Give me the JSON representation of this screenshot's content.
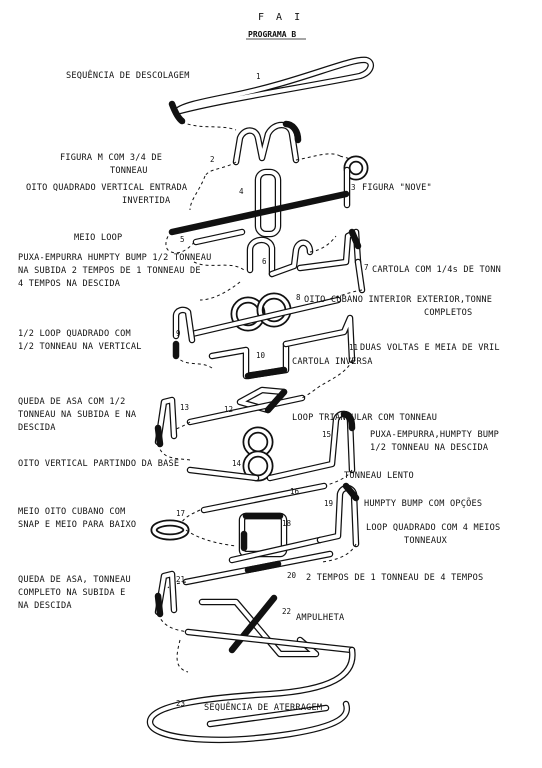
{
  "header": {
    "title": "F A I",
    "subtitle": "PROGRAMA B"
  },
  "figures": [
    {
      "number": "1",
      "label": [
        "SEQUÊNCIA DE DESCOLAGEM"
      ]
    },
    {
      "number": "2",
      "label": [
        "FIGURA M COM 3/4 DE",
        "TONNEAU"
      ]
    },
    {
      "number": "3",
      "label": [
        "FIGURA \"NOVE\""
      ]
    },
    {
      "number": "4",
      "label": [
        "OITO QUADRADO VERTICAL ENTRADA",
        "INVERTIDA"
      ]
    },
    {
      "number": "5",
      "label": [
        "MEIO LOOP"
      ]
    },
    {
      "number": "6",
      "label": [
        "PUXA-EMPURRA HUMPTY BUMP 1/2 TONNEAU",
        "NA SUBIDA 2 TEMPOS DE 1 TONNEAU DE",
        "4 TEMPOS NA DESCIDA"
      ]
    },
    {
      "number": "7",
      "label": [
        "CARTOLA COM 1/4s DE TONN"
      ]
    },
    {
      "number": "8",
      "label": [
        "OITO CUBANO INTERIOR EXTERIOR,TONNE",
        "COMPLETOS"
      ]
    },
    {
      "number": "9",
      "label": [
        "1/2 LOOP QUADRADO COM",
        "1/2 TONNEAU NA VERTICAL"
      ]
    },
    {
      "number": "10",
      "label": [
        "CARTOLA INVERSA"
      ]
    },
    {
      "number": "11",
      "label": [
        "DUAS VOLTAS E MEIA DE VRIL"
      ]
    },
    {
      "number": "12",
      "label": [
        "LOOP TRIANGULAR COM TONNEAU"
      ]
    },
    {
      "number": "13",
      "label": [
        "QUEDA DE ASA COM 1/2",
        "TONNEAU NA SUBIDA E NA",
        "DESCIDA"
      ]
    },
    {
      "number": "14",
      "label": [
        "OITO VERTICAL PARTINDO DA BASE"
      ]
    },
    {
      "number": "15",
      "label": [
        "PUXA-EMPURRA,HUMPTY BUMP",
        "1/2 TONNEAU NA DESCIDA"
      ]
    },
    {
      "number": "16",
      "label": [
        "TONNEAU LENTO"
      ]
    },
    {
      "number": "17",
      "label": [
        "MEIO OITO CUBANO COM",
        "SNAP E MEIO PARA BAIXO"
      ]
    },
    {
      "number": "18",
      "label": [
        "LOOP QUADRADO COM 4 MEIOS",
        "TONNEAUX"
      ]
    },
    {
      "number": "19",
      "label": [
        "HUMPTY BUMP COM OPÇÕES"
      ]
    },
    {
      "number": "20",
      "label": [
        "2 TEMPOS DE 1 TONNEAU DE 4 TEMPOS"
      ]
    },
    {
      "number": "21",
      "label": [
        "QUEDA DE ASA, TONNEAU",
        "COMPLETO NA SUBIDA E",
        "NA DESCIDA"
      ]
    },
    {
      "number": "22",
      "label": [
        "AMPULHETA"
      ]
    },
    {
      "number": "23",
      "label": [
        "SEQUÊNCIA DE ATERRAGEM"
      ]
    }
  ]
}
